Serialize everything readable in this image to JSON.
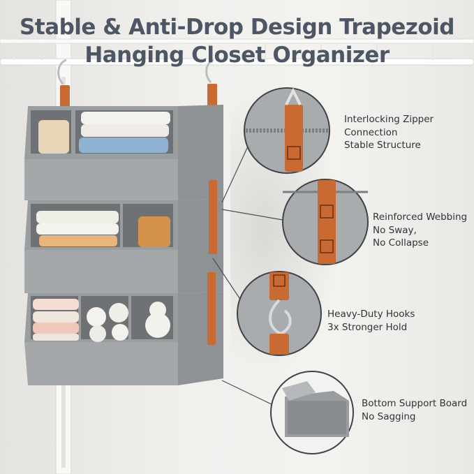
{
  "title": {
    "line1": "Stable & Anti-Drop Design Trapezoid",
    "line2": "Hanging Closet Organizer"
  },
  "features": [
    {
      "lines": [
        "Interlocking Zipper",
        "Connection",
        "Stable Structure"
      ]
    },
    {
      "lines": [
        "Reinforced Webbing",
        "No Sway,",
        "No Collapse"
      ]
    },
    {
      "lines": [
        "Heavy-Duty Hooks",
        "3x Stronger Hold"
      ]
    },
    {
      "lines": [
        "Bottom Support Board",
        "No Sagging"
      ]
    }
  ],
  "colors": {
    "title": "#4d5664",
    "fabric": "#a3a6a8",
    "strap": "#c96a33",
    "text": "#2f3337"
  }
}
